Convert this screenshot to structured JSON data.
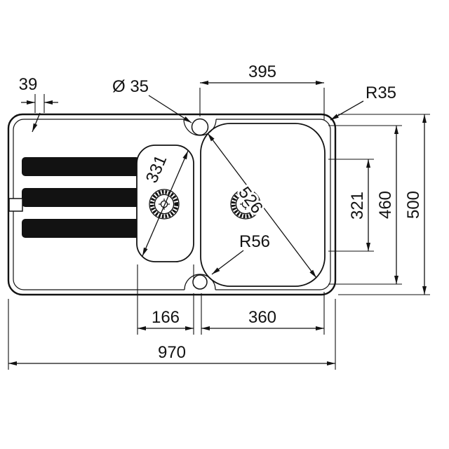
{
  "labels": {
    "dim_39": "39",
    "tap_hole_dia": "Ø 35",
    "bowl_top_width": "395",
    "outer_corner_radius": "R35",
    "small_bowl_diag": "331",
    "large_bowl_diag": "526",
    "depth_321": "321",
    "depth_460": "460",
    "overall_depth": "500",
    "bowl_corner_radius": "R56",
    "small_bowl_width": "166",
    "large_bowl_width": "360",
    "overall_width": "970"
  }
}
